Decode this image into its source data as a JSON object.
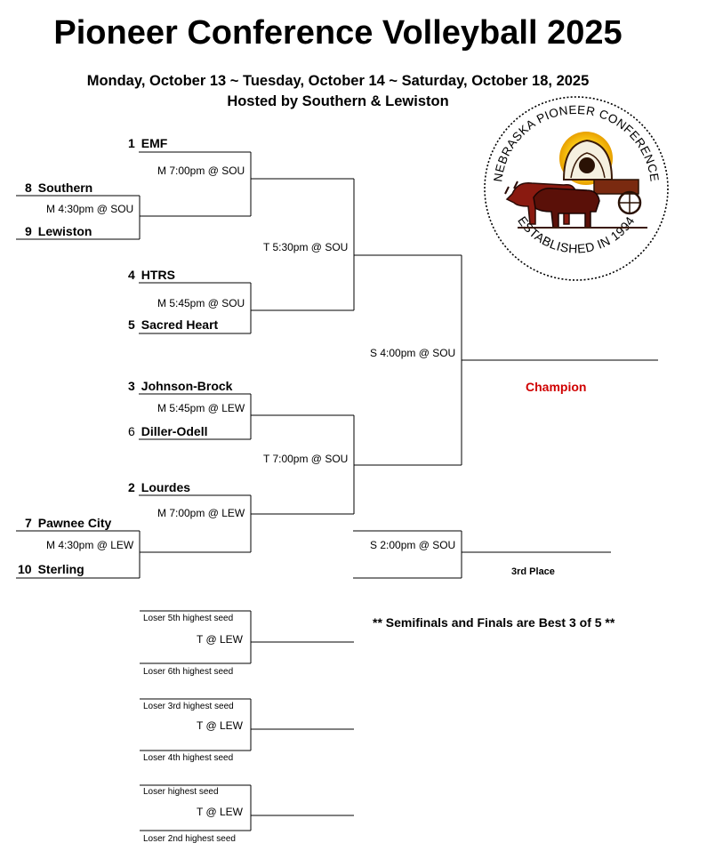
{
  "header": {
    "title": "Pioneer Conference Volleyball 2025",
    "dates": "Monday, October 13 ~ Tuesday, October 14 ~ Saturday, October 18, 2025",
    "host": "Hosted by Southern & Lewiston"
  },
  "logo": {
    "top_text": "NEBRASKA PIONEER CONFERENCE",
    "bottom_text": "ESTABLISHED IN 1994"
  },
  "teams": [
    {
      "seed": "1",
      "name": "EMF"
    },
    {
      "seed": "8",
      "name": "Southern"
    },
    {
      "seed": "9",
      "name": "Lewiston"
    },
    {
      "seed": "4",
      "name": "HTRS"
    },
    {
      "seed": "5",
      "name": "Sacred Heart"
    },
    {
      "seed": "3",
      "name": "Johnson-Brock"
    },
    {
      "seed": "6",
      "name": "Diller-Odell"
    },
    {
      "seed": "2",
      "name": "Lourdes"
    },
    {
      "seed": "7",
      "name": "Pawnee City"
    },
    {
      "seed": "10",
      "name": "Sterling"
    }
  ],
  "games": {
    "r1_top": "M 7:00pm @ SOU",
    "play_in_top": "M 4:30pm @ SOU",
    "r1_4v5": "M 5:45pm @ SOU",
    "r1_3v6": "M 5:45pm @ LEW",
    "r1_2": "M 7:00pm @ LEW",
    "play_in_bottom": "M 4:30pm @ LEW",
    "semi_top": "T 5:30pm @ SOU",
    "semi_bottom": "T 7:00pm @ SOU",
    "final": "S 4:00pm @ SOU",
    "third": "S 2:00pm @ SOU"
  },
  "labels": {
    "champion": "Champion",
    "third_place": "3rd Place",
    "note": "** Semifinals and Finals are Best 3 of 5 **"
  },
  "consolation": [
    {
      "top": "Loser 5th highest seed",
      "game": "T  @ LEW",
      "bottom": "Loser 6th highest seed"
    },
    {
      "top": "Loser 3rd highest seed",
      "game": "T  @ LEW",
      "bottom": "Loser 4th highest seed"
    },
    {
      "top": "Loser highest seed",
      "game": "T  @ LEW",
      "bottom": "Loser 2nd highest seed"
    }
  ]
}
